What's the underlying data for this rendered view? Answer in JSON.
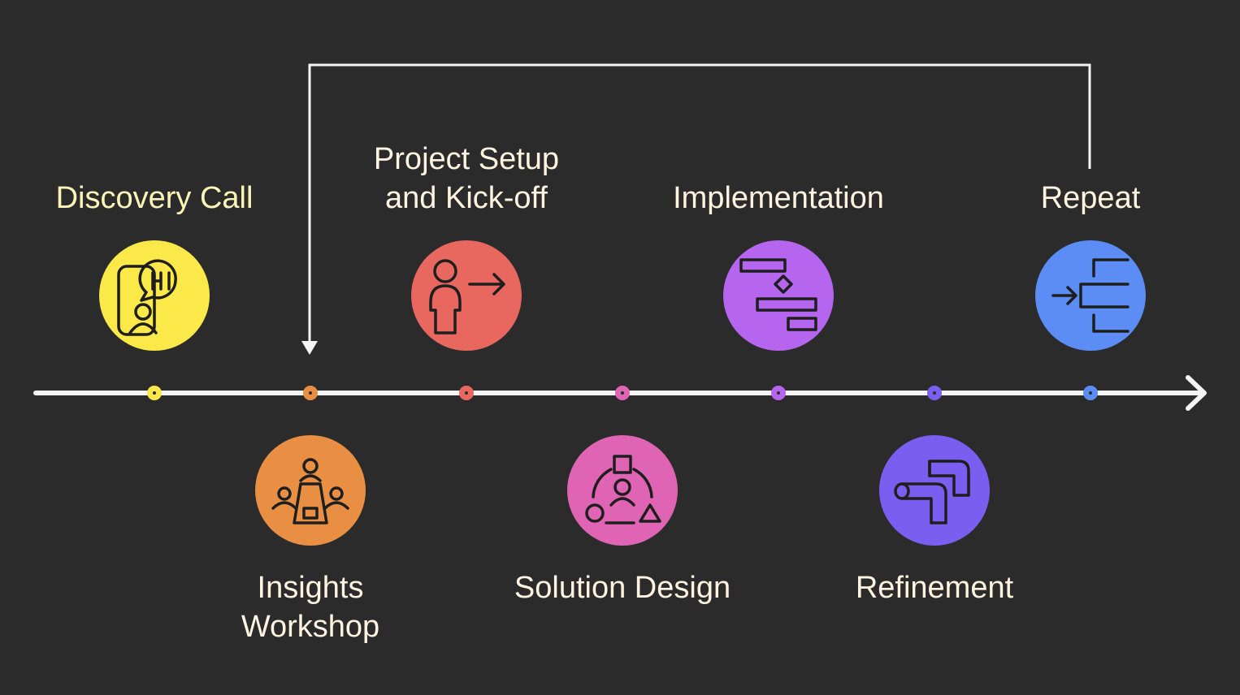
{
  "colors": {
    "background": "#2b2b2b",
    "line": "#f4f4f4",
    "label": "#fff4e0"
  },
  "steps": [
    {
      "id": "discovery-call",
      "lines": [
        "Discovery Call"
      ],
      "color": "#fbe849",
      "icon": "phone-chat-icon",
      "position": "top"
    },
    {
      "id": "insights-workshop",
      "lines": [
        "Insights",
        "Workshop"
      ],
      "color": "#e98f43",
      "icon": "meeting-table-icon",
      "position": "bottom"
    },
    {
      "id": "project-setup",
      "lines": [
        "Project Setup",
        "and Kick-off"
      ],
      "color": "#e8675f",
      "icon": "person-arrow-icon",
      "position": "top"
    },
    {
      "id": "solution-design",
      "lines": [
        "Solution Design"
      ],
      "color": "#df65b4",
      "icon": "shapes-person-icon",
      "position": "bottom"
    },
    {
      "id": "implementation",
      "lines": [
        "Implementation"
      ],
      "color": "#b565ee",
      "icon": "gantt-icon",
      "position": "top"
    },
    {
      "id": "refinement",
      "lines": [
        "Refinement"
      ],
      "color": "#7a5ef0",
      "icon": "flow-pipe-icon",
      "position": "bottom"
    },
    {
      "id": "repeat",
      "lines": [
        "Repeat"
      ],
      "color": "#5b8df5",
      "icon": "enter-bracket-icon",
      "position": "top"
    }
  ]
}
